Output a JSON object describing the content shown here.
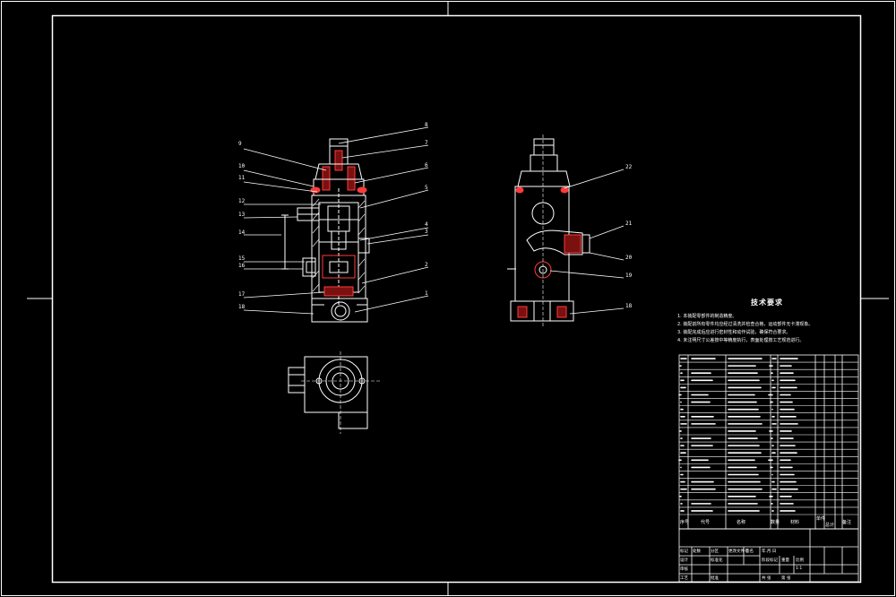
{
  "drawing": {
    "background": "#000000",
    "line_color": "#ffffff",
    "accent_color": "#ff3b3b",
    "tech_title": "技术要求",
    "tech_notes": [
      "1. 本装配零部件的制造精度。",
      "2. 装配前所有零件均应经过清洗并检查合格，运动部件无卡滞现象。",
      "3. 装配完成后应进行密封性和动作试验，确保符合要求。",
      "4. 未注明尺寸公差按中等精度执行，表面处理按工艺规范进行。"
    ],
    "leaders_left": [
      "8",
      "9",
      "7",
      "10",
      "6",
      "11",
      "5",
      "12",
      "13",
      "4",
      "14",
      "3",
      "15",
      "16",
      "2",
      "17",
      "1",
      "18"
    ],
    "leaders_right": [
      "22",
      "21",
      "20",
      "19",
      "18"
    ],
    "bom_header": [
      "序号",
      "代号",
      "名称",
      "数量",
      "材料",
      "单件",
      "总计",
      "备注"
    ],
    "bom_rows": 22,
    "title_block": {
      "row1": [
        "标记",
        "处数",
        "分区",
        "更改文件号",
        "签名",
        "年.月.日"
      ],
      "row2": [
        "设计",
        "标准化",
        "阶段标记",
        "重量",
        "比例"
      ],
      "row3": [
        "审核"
      ],
      "row4": [
        "工艺",
        "批准",
        "共 张",
        "第 张"
      ],
      "scale": "1:1"
    }
  }
}
